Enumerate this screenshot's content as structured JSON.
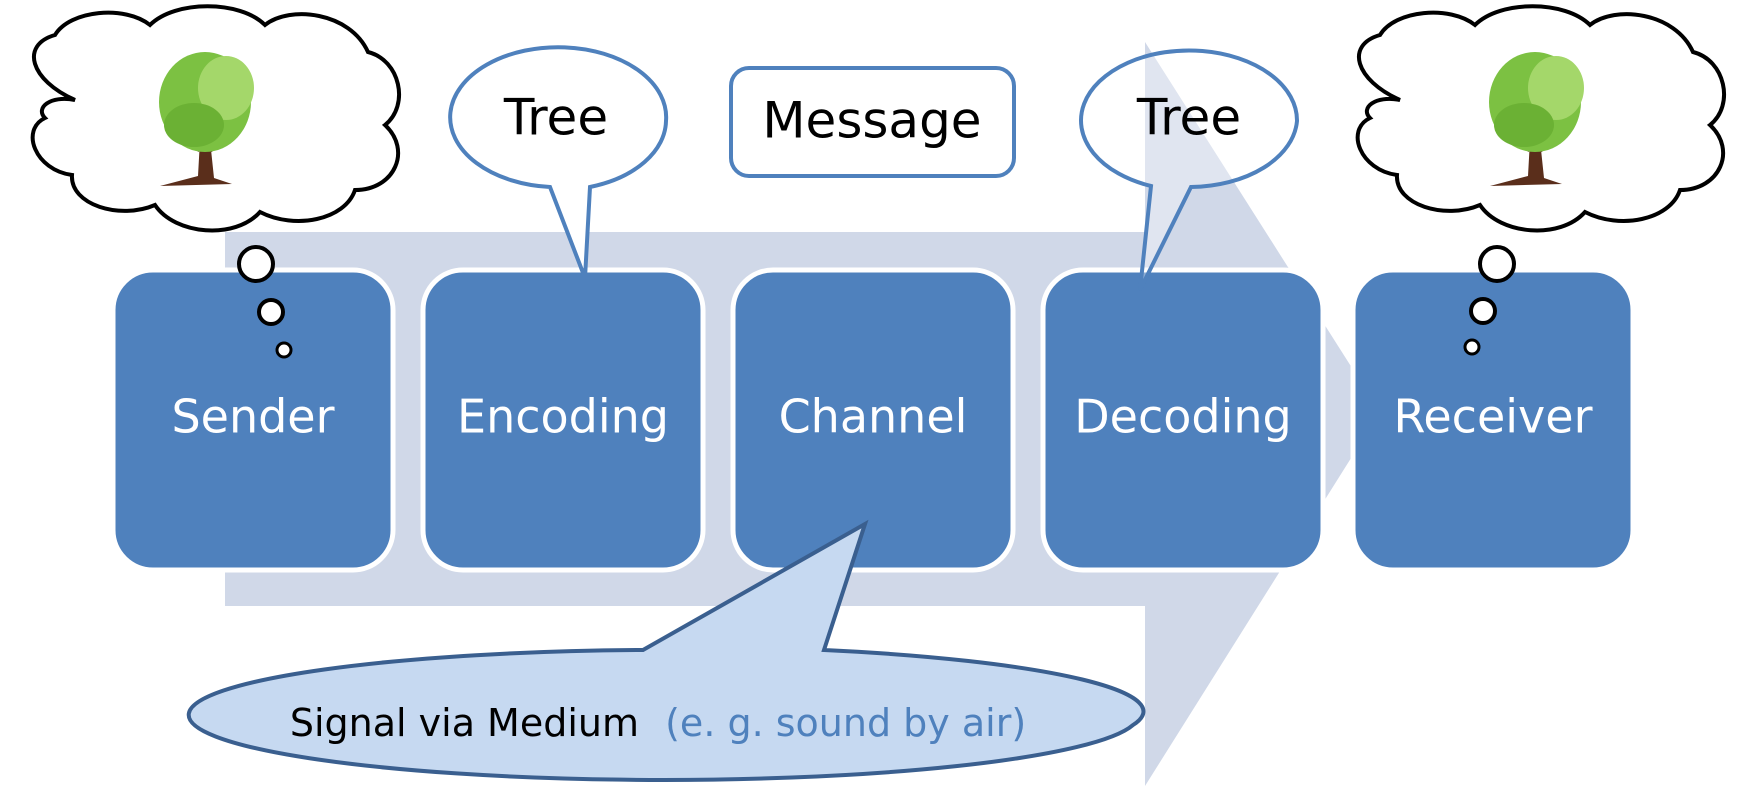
{
  "stages": [
    {
      "id": "sender",
      "label": "Sender"
    },
    {
      "id": "encoding",
      "label": "Encoding"
    },
    {
      "id": "channel",
      "label": "Channel"
    },
    {
      "id": "decoding",
      "label": "Decoding"
    },
    {
      "id": "receiver",
      "label": "Receiver"
    }
  ],
  "callouts": {
    "encoding_word": "Tree",
    "decoding_word": "Tree",
    "message_label": "Message",
    "signal_main": "Signal via Medium",
    "signal_example": "(e. g. sound by air)"
  },
  "colors": {
    "stage_fill": "#4f81bd",
    "stage_border": "#ffffff",
    "arrow_fill": "#d0d8e8",
    "callout_border": "#4f81bd",
    "signal_fill": "#c6d9f1",
    "signal_border": "#3a5f8f",
    "signal_example_text": "#4f81bd",
    "tree_leaves": "#7cc142",
    "tree_trunk": "#5a2e1b"
  }
}
